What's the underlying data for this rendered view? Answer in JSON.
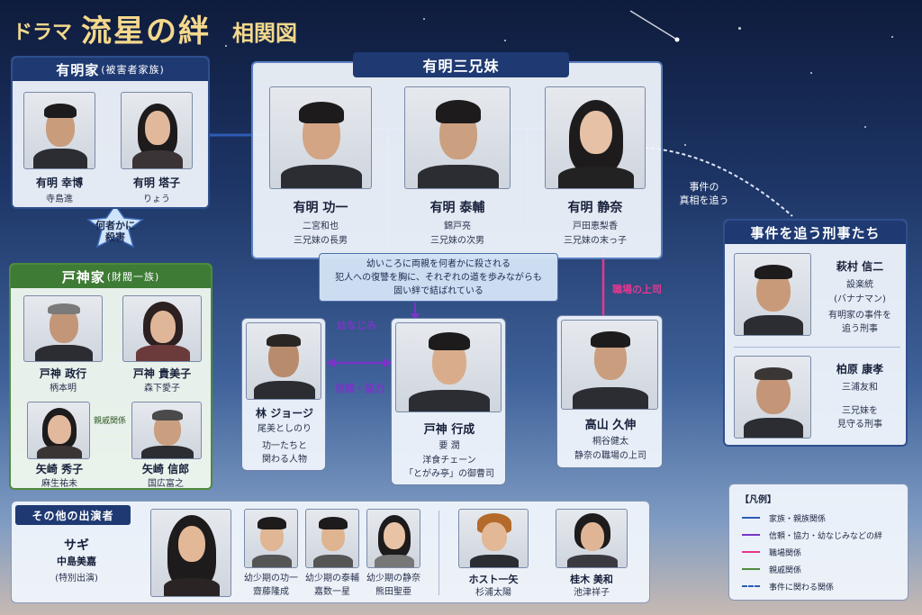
{
  "title": {
    "prefix": "ドラマ",
    "main": "流星の絆",
    "suffix": "相関図"
  },
  "colors": {
    "family": "#2f5bb5",
    "bond": "#7a35c8",
    "work": "#e8368f",
    "kin": "#4f8a3c",
    "incident": "#2f5bb5"
  },
  "arimake": {
    "title": "有明家",
    "subtitle": "(被害者家族)",
    "members": [
      {
        "name": "有明 幸博",
        "actor": "寺島進"
      },
      {
        "name": "有明 塔子",
        "actor": "りょう"
      }
    ]
  },
  "murder_badge": "何者かに\n殺害",
  "siblings": {
    "title": "有明三兄妹",
    "members": [
      {
        "name": "有明 功一",
        "actor": "二宮和也",
        "role": "三兄妹の長男"
      },
      {
        "name": "有明 泰輔",
        "actor": "錦戸亮",
        "role": "三兄妹の次男"
      },
      {
        "name": "有明 静奈",
        "actor": "戸田恵梨香",
        "role": "三兄妹の末っ子"
      }
    ]
  },
  "note": [
    "幼いころに両親を何者かに殺される",
    "犯人への復讐を胸に、それぞれの道を歩みながらも",
    "固い絆で結ばれている"
  ],
  "incident_label": "事件の\n真相を追う",
  "work_label": "職場の上司",
  "osananajimi_label": "幼なじみ",
  "trust_label": "信頼・協力",
  "kinship_label": "親戚関係",
  "togamike": {
    "title": "戸神家",
    "subtitle": "(財閥一族)",
    "members": [
      {
        "name": "戸神 政行",
        "actor": "柄本明"
      },
      {
        "name": "戸神 貴美子",
        "actor": "森下愛子"
      },
      {
        "name": "矢崎 秀子",
        "actor": "麻生祐未"
      },
      {
        "name": "矢崎 信郎",
        "actor": "国広富之"
      }
    ]
  },
  "hayashi": {
    "name": "林 ジョージ",
    "actor": "尾美としのり",
    "role": "功一たちと\n関わる人物"
  },
  "yukinari": {
    "name": "戸神 行成",
    "actor": "要 潤",
    "role": "洋食チェーン\n「とがみ亭」の御曹司"
  },
  "takayama": {
    "name": "高山 久伸",
    "actor": "桐谷健太",
    "role": "静奈の職場の上司"
  },
  "detectives": {
    "title": "事件を追う刑事たち",
    "members": [
      {
        "name": "萩村 信二",
        "actor": "設楽統",
        "note": "(バナナマン)",
        "role": "有明家の事件を\n追う刑事"
      },
      {
        "name": "柏原 康孝",
        "actor": "三浦友和",
        "note": "",
        "role": "三兄妹を\n見守る刑事"
      }
    ]
  },
  "others": {
    "title": "その他の出演者",
    "sagi": {
      "name": "サギ",
      "actor": "中島美嘉",
      "note": "(特別出演)"
    },
    "members": [
      {
        "name": "幼少期の功一",
        "actor": "齋藤隆成"
      },
      {
        "name": "幼少期の泰輔",
        "actor": "嘉数一星"
      },
      {
        "name": "幼少期の静奈",
        "actor": "熊田聖亜"
      },
      {
        "name": "ホスト一矢",
        "actor": "杉浦太陽"
      },
      {
        "name": "桂木 美和",
        "actor": "池津祥子"
      }
    ]
  },
  "legend": {
    "title": "【凡例】",
    "items": [
      "家族・親族関係",
      "信頼・協力・幼なじみなどの絆",
      "職場関係",
      "親戚関係",
      "事件に関わる関係"
    ]
  }
}
